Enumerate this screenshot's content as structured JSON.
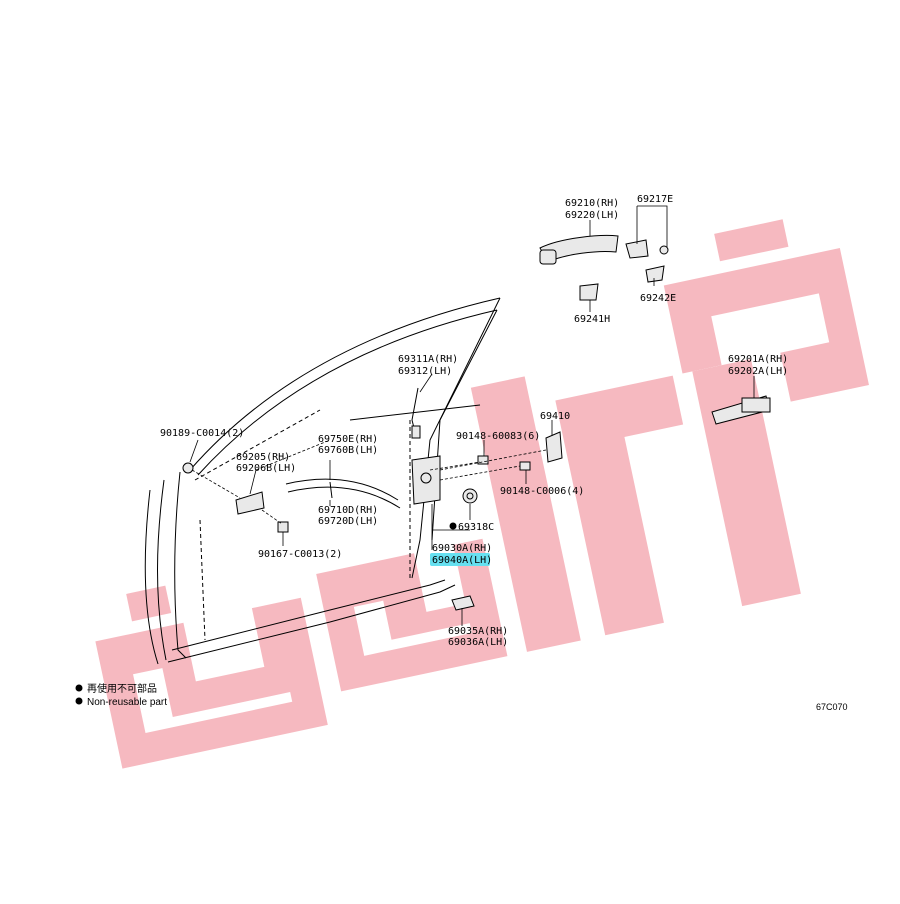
{
  "watermark": {
    "color": "#f6b6bd"
  },
  "highlight": {
    "color": "#66e0f0"
  },
  "labels": {
    "p69210": "69210(RH)",
    "p69220": "69220(LH)",
    "p69217E": "69217E",
    "p69242E": "69242E",
    "p69241H": "69241H",
    "p69311A": "69311A(RH)",
    "p69312": "69312(LH)",
    "p69201A": "69201A(RH)",
    "p69202A": "69202A(LH)",
    "p69410": "69410",
    "p90148_60083": "90148-60083(6)",
    "p90148_C0006": "90148-C0006(4)",
    "p90189": "90189-C0014(2)",
    "p69205": "69205(RH)",
    "p69206B": "69206B(LH)",
    "p69750E": "69750E(RH)",
    "p69760B": "69760B(LH)",
    "p69710D": "69710D(RH)",
    "p69720D": "69720D(LH)",
    "p69318C": "69318C",
    "p69030A": "69030A(RH)",
    "p69040A": "69040A(LH)",
    "p90167": "90167-C0013(2)",
    "p69035A": "69035A(RH)",
    "p69036A": "69036A(LH)"
  },
  "legend": {
    "jp": "再使用不可部品",
    "en": "Non-reusable part"
  },
  "diagram_code": "67C070"
}
